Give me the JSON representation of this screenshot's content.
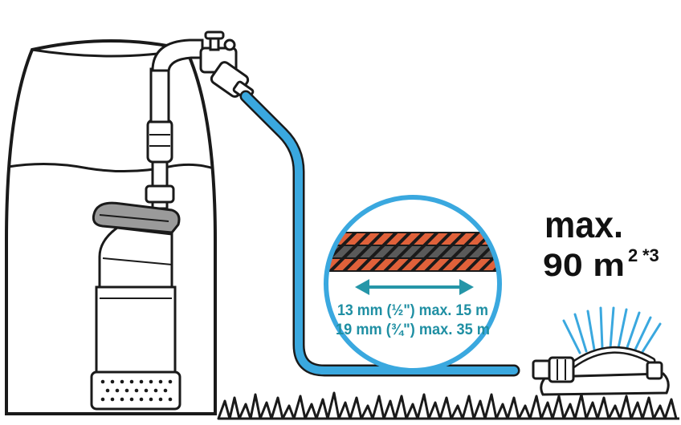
{
  "coverage": {
    "line1": "max.",
    "line2_value": "90 m",
    "line2_exp": "2",
    "footnote": "*3"
  },
  "hose_info": {
    "row1": "13 mm (½\") max. 15 m",
    "row2": "19 mm (¾\") max. 35 m"
  },
  "colors": {
    "outline": "#1a1a1a",
    "hose_blue": "#3aa8df",
    "hose_orange": "#e0613a",
    "hose_dark": "#555555",
    "accent_teal": "#2596a8",
    "tank_fill": "#ffffff",
    "pump_gray": "#8a8a8a"
  },
  "icons": {
    "tank": "rain-barrel",
    "pump": "submersible-pump",
    "sprinkler": "oscillating-sprinkler",
    "magnifier": "hose-cross-section"
  }
}
